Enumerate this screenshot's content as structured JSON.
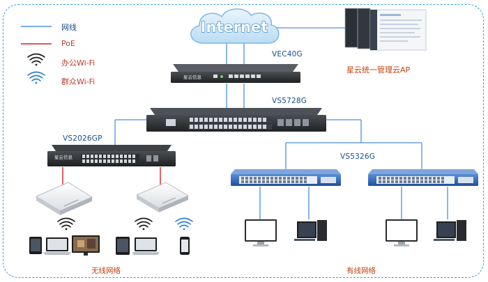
{
  "legend": {
    "items": [
      {
        "label": "网线",
        "color": "#4a90e2"
      },
      {
        "label": "PoE",
        "color": "#e02020"
      },
      {
        "label": "办公Wi-Fi",
        "color": "#1a1a1a"
      },
      {
        "label": "群众Wi-Fi",
        "color": "#2d7fd8"
      }
    ]
  },
  "internet": {
    "label": "Internet"
  },
  "devices": {
    "gateway": {
      "label": "VEC40G",
      "brand": "星云信息"
    },
    "core_switch": {
      "label": "VS5728G"
    },
    "poe_switch": {
      "label": "VS2026GP",
      "brand": "星云信息"
    },
    "access_switch": {
      "label": "VS5326G"
    },
    "cloud": {
      "label": "星云统一管理云AP"
    }
  },
  "captions": {
    "wireless": "无线网络",
    "wired": "有线网络"
  },
  "colors": {
    "cable": "#4a90e2",
    "poe": "#e02020",
    "frame": "#3aa0d8",
    "label": "#1a4c8c",
    "caption": "#c2410c"
  }
}
